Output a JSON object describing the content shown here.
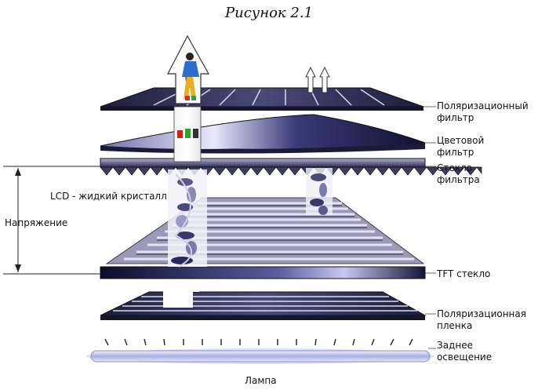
{
  "figure": {
    "title": "Рисунок 2.1"
  },
  "labels": {
    "polarizer_filter": [
      "Поляризационный",
      "фильтр"
    ],
    "color_filter": [
      "Цветовой",
      "фильтр"
    ],
    "filter_glass": [
      "Стекло",
      "фильтра"
    ],
    "lcd": "LCD - жидкий кристалл",
    "voltage": "Напряжение",
    "tft_glass": "TFT стекло",
    "polarizer_film": [
      "Поляризационная",
      "пленка"
    ],
    "backlight": [
      "Заднее",
      "освещение"
    ],
    "lamp": "Лампа"
  }
}
